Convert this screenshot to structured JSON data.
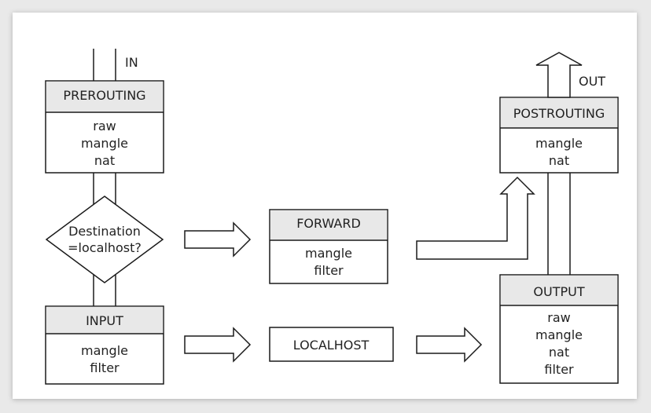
{
  "labels": {
    "in": "IN",
    "out": "OUT"
  },
  "prerouting": {
    "title": "PREROUTING",
    "tables": [
      "raw",
      "mangle",
      "nat"
    ]
  },
  "decision": {
    "lines": [
      "Destination",
      "=localhost?"
    ]
  },
  "input": {
    "title": "INPUT",
    "tables": [
      "mangle",
      "filter"
    ]
  },
  "forward": {
    "title": "FORWARD",
    "tables": [
      "mangle",
      "filter"
    ]
  },
  "localhost": {
    "title": "LOCALHOST"
  },
  "postrouting": {
    "title": "POSTROUTING",
    "tables": [
      "mangle",
      "nat"
    ]
  },
  "output": {
    "title": "OUTPUT",
    "tables": [
      "raw",
      "mangle",
      "nat",
      "filter"
    ]
  },
  "colors": {
    "header_fill": "#e8e8e8",
    "stroke": "#1a1a1a",
    "background": "#ffffff"
  }
}
